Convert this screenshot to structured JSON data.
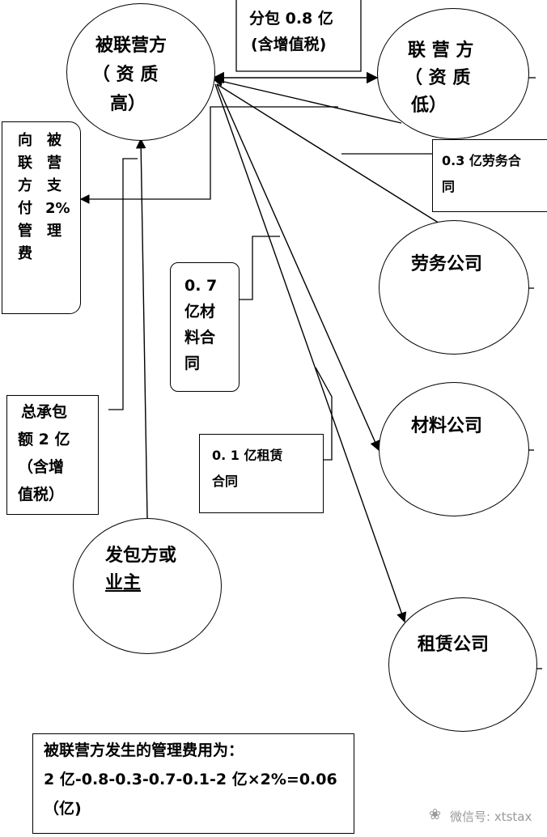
{
  "nodes": {
    "host": {
      "line1": "被联营方",
      "line2": "（ 资 质",
      "line3": "高）"
    },
    "partner": {
      "line1": "联 营 方",
      "line2": "（ 资 质",
      "line3": "低）"
    },
    "labor": {
      "label": "劳务公司"
    },
    "material": {
      "label": "材料公司"
    },
    "leasing": {
      "label": "租赁公司"
    },
    "owner": {
      "line1": "发包方或",
      "line2": "业主"
    }
  },
  "labels": {
    "subcontract": {
      "line1": "分包 0.8 亿",
      "line2": "(含增值税)"
    },
    "labor_contract": {
      "line1": "0.3 亿劳务合",
      "line2": "同"
    },
    "material_contract": {
      "line1": "0. 7",
      "line2": "亿材",
      "line3": "料合",
      "line4": "同"
    },
    "lease_contract": {
      "line1": "0. 1 亿租赁",
      "line2": "合同"
    },
    "total": {
      "line1": "总承包",
      "line2": "额 2 亿",
      "line3": "（含增",
      "line4": "值税）"
    },
    "fee_left": "向联方付管费",
    "fee_right": "被营支2%理"
  },
  "summary": {
    "line1": "被联营方发生的管理费用为：",
    "line2": "2 亿-0.8-0.3-0.7-0.1-2 亿×2%=0.06",
    "line3": "（亿)"
  },
  "watermark": "微信号: xtstax"
}
